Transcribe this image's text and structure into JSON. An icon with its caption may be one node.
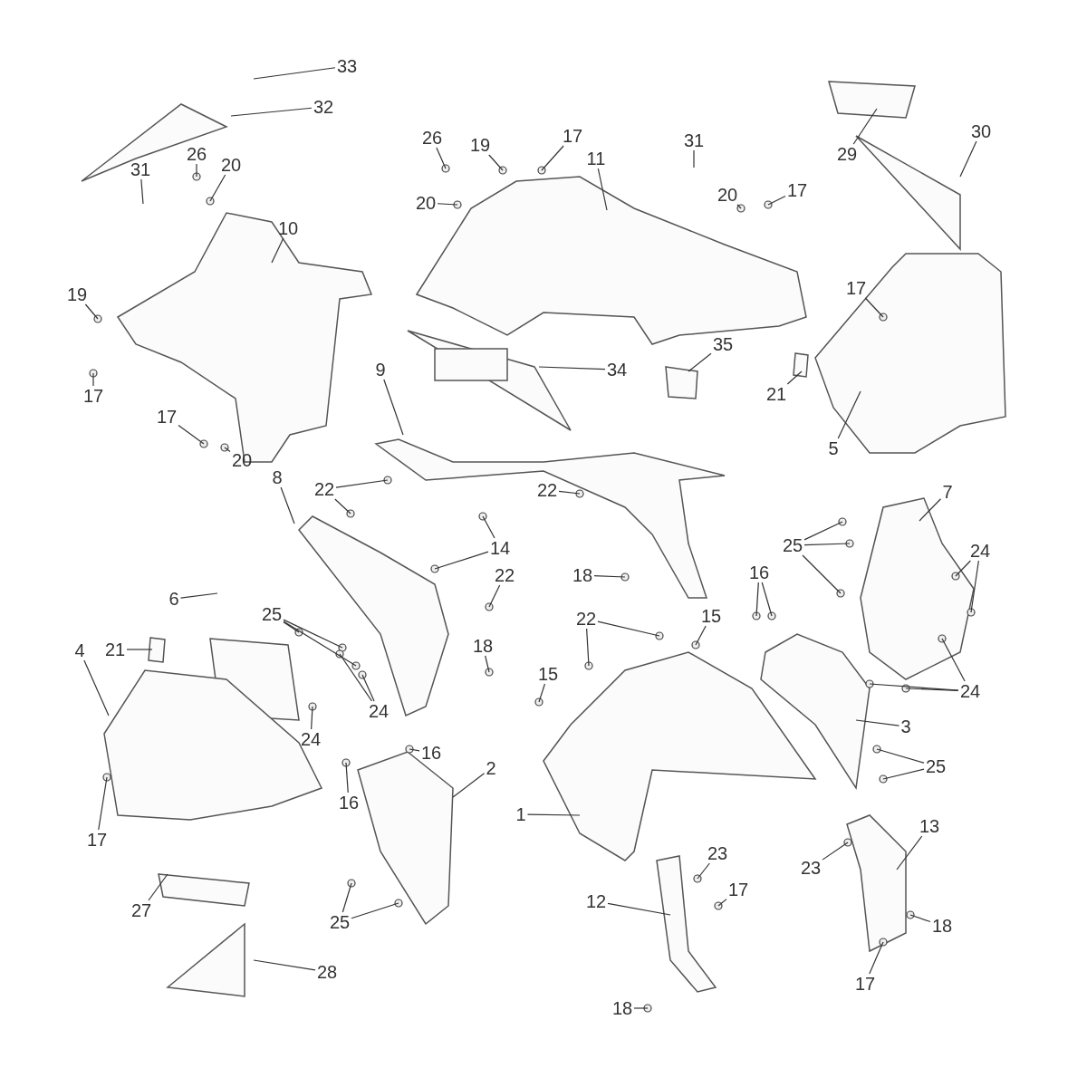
{
  "diagram": {
    "nodes": [
      {
        "text": [
          "33"
        ]
      },
      {
        "text": [
          "32"
        ]
      },
      {
        "text": [
          "26"
        ]
      },
      {
        "text": [
          "20"
        ]
      },
      {
        "text": [
          "31"
        ]
      },
      {
        "text": [
          "10"
        ]
      },
      {
        "text": [
          "19"
        ]
      },
      {
        "text": [
          "17"
        ]
      },
      {
        "text": [
          "17"
        ]
      },
      {
        "text": [
          "20"
        ]
      },
      {
        "text": [
          "26"
        ]
      },
      {
        "text": [
          "19"
        ]
      },
      {
        "text": [
          "17"
        ]
      },
      {
        "text": [
          "11"
        ]
      },
      {
        "text": [
          "20"
        ]
      },
      {
        "text": [
          "31"
        ]
      },
      {
        "text": [
          "20"
        ]
      },
      {
        "text": [
          "17"
        ]
      },
      {
        "text": [
          "29"
        ]
      },
      {
        "text": [
          "30"
        ]
      },
      {
        "text": [
          "17"
        ]
      },
      {
        "text": [
          "21"
        ]
      },
      {
        "text": [
          "5"
        ]
      },
      {
        "text": [
          "34"
        ]
      },
      {
        "text": [
          "35"
        ]
      },
      {
        "text": [
          "9"
        ]
      },
      {
        "text": [
          "22"
        ]
      },
      {
        "text": [
          "8"
        ]
      },
      {
        "text": [
          "14"
        ]
      },
      {
        "text": [
          "22"
        ]
      },
      {
        "text": [
          "6"
        ]
      },
      {
        "text": [
          "25"
        ]
      },
      {
        "text": [
          "22"
        ]
      },
      {
        "text": [
          "18"
        ]
      },
      {
        "text": [
          "21"
        ]
      },
      {
        "text": [
          "18"
        ]
      },
      {
        "text": [
          "4"
        ]
      },
      {
        "text": [
          "24"
        ]
      },
      {
        "text": [
          "24"
        ]
      },
      {
        "text": [
          "16"
        ]
      },
      {
        "text": [
          "16"
        ]
      },
      {
        "text": [
          "2"
        ]
      },
      {
        "text": [
          "17"
        ]
      },
      {
        "text": [
          "22"
        ]
      },
      {
        "text": [
          "15"
        ]
      },
      {
        "text": [
          "15"
        ]
      },
      {
        "text": [
          "1"
        ]
      },
      {
        "text": [
          "25"
        ]
      },
      {
        "text": [
          "7"
        ]
      },
      {
        "text": [
          "24"
        ]
      },
      {
        "text": [
          "16"
        ]
      },
      {
        "text": [
          "24"
        ]
      },
      {
        "text": [
          "3"
        ]
      },
      {
        "text": [
          "25"
        ]
      },
      {
        "text": [
          "13"
        ]
      },
      {
        "text": [
          "23"
        ]
      },
      {
        "text": [
          "12"
        ]
      },
      {
        "text": [
          "17"
        ]
      },
      {
        "text": [
          "23"
        ]
      },
      {
        "text": [
          "18"
        ]
      },
      {
        "text": [
          "17"
        ]
      },
      {
        "text": [
          "18"
        ]
      },
      {
        "text": [
          "25"
        ]
      },
      {
        "text": [
          "27"
        ]
      },
      {
        "text": [
          "28"
        ]
      }
    ],
    "edges": [
      {
        "from": 0,
        "to": null,
        "arrow": "none"
      },
      {
        "from": 1,
        "to": null,
        "arrow": "none"
      },
      {
        "from": 2,
        "to": null,
        "arrow": "none"
      },
      {
        "from": 3,
        "to": null,
        "arrow": "none"
      },
      {
        "from": 4,
        "to": null,
        "arrow": "none"
      },
      {
        "from": 5,
        "to": null,
        "arrow": "none"
      },
      {
        "from": 6,
        "to": null,
        "arrow": "none"
      },
      {
        "from": 7,
        "to": null,
        "arrow": "none"
      },
      {
        "from": 8,
        "to": null,
        "arrow": "none"
      },
      {
        "from": 9,
        "to": null,
        "arrow": "none"
      },
      {
        "from": 10,
        "to": null,
        "arrow": "none"
      },
      {
        "from": 11,
        "to": null,
        "arrow": "none"
      },
      {
        "from": 12,
        "to": null,
        "arrow": "none"
      },
      {
        "from": 13,
        "to": null,
        "arrow": "none"
      },
      {
        "from": 14,
        "to": null,
        "arrow": "none"
      },
      {
        "from": 15,
        "to": null,
        "arrow": "none"
      },
      {
        "from": 16,
        "to": null,
        "arrow": "none"
      },
      {
        "from": 17,
        "to": null,
        "arrow": "none"
      },
      {
        "from": 18,
        "to": null,
        "arrow": "none"
      },
      {
        "from": 19,
        "to": null,
        "arrow": "none"
      },
      {
        "from": 20,
        "to": null,
        "arrow": "none"
      },
      {
        "from": 21,
        "to": null,
        "arrow": "none"
      },
      {
        "from": 22,
        "to": null,
        "arrow": "none"
      },
      {
        "from": 23,
        "to": null,
        "arrow": "none"
      },
      {
        "from": 24,
        "to": null,
        "arrow": "none"
      },
      {
        "from": 25,
        "to": null,
        "arrow": "none"
      },
      {
        "from": 26,
        "to": null,
        "arrow": "none"
      },
      {
        "from": 26,
        "to": null,
        "arrow": "none"
      },
      {
        "from": 27,
        "to": null,
        "arrow": "none"
      },
      {
        "from": 28,
        "to": null,
        "arrow": "none"
      },
      {
        "from": 28,
        "to": null,
        "arrow": "none"
      },
      {
        "from": 29,
        "to": null,
        "arrow": "none"
      },
      {
        "from": 30,
        "to": null,
        "arrow": "none"
      },
      {
        "from": 31,
        "to": null,
        "arrow": "none"
      },
      {
        "from": 31,
        "to": null,
        "arrow": "none"
      },
      {
        "from": 31,
        "to": null,
        "arrow": "none"
      },
      {
        "from": 32,
        "to": null,
        "arrow": "none"
      },
      {
        "from": 33,
        "to": null,
        "arrow": "none"
      },
      {
        "from": 34,
        "to": null,
        "arrow": "none"
      },
      {
        "from": 35,
        "to": null,
        "arrow": "none"
      },
      {
        "from": 36,
        "to": null,
        "arrow": "none"
      },
      {
        "from": 37,
        "to": null,
        "arrow": "none"
      },
      {
        "from": 37,
        "to": null,
        "arrow": "none"
      },
      {
        "from": 38,
        "to": null,
        "arrow": "none"
      },
      {
        "from": 39,
        "to": null,
        "arrow": "none"
      },
      {
        "from": 40,
        "to": null,
        "arrow": "none"
      },
      {
        "from": 41,
        "to": null,
        "arrow": "none"
      },
      {
        "from": 42,
        "to": null,
        "arrow": "none"
      },
      {
        "from": 43,
        "to": null,
        "arrow": "none"
      },
      {
        "from": 43,
        "to": null,
        "arrow": "none"
      },
      {
        "from": 44,
        "to": null,
        "arrow": "none"
      },
      {
        "from": 45,
        "to": null,
        "arrow": "none"
      },
      {
        "from": 46,
        "to": null,
        "arrow": "none"
      },
      {
        "from": 47,
        "to": null,
        "arrow": "none"
      },
      {
        "from": 47,
        "to": null,
        "arrow": "none"
      },
      {
        "from": 47,
        "to": null,
        "arrow": "none"
      },
      {
        "from": 48,
        "to": null,
        "arrow": "none"
      },
      {
        "from": 49,
        "to": null,
        "arrow": "none"
      },
      {
        "from": 49,
        "to": null,
        "arrow": "none"
      },
      {
        "from": 50,
        "to": null,
        "arrow": "none"
      },
      {
        "from": 50,
        "to": null,
        "arrow": "none"
      },
      {
        "from": 51,
        "to": null,
        "arrow": "none"
      },
      {
        "from": 51,
        "to": null,
        "arrow": "none"
      },
      {
        "from": 51,
        "to": null,
        "arrow": "none"
      },
      {
        "from": 52,
        "to": null,
        "arrow": "none"
      },
      {
        "from": 53,
        "to": null,
        "arrow": "none"
      },
      {
        "from": 53,
        "to": null,
        "arrow": "none"
      },
      {
        "from": 54,
        "to": null,
        "arrow": "none"
      },
      {
        "from": 55,
        "to": null,
        "arrow": "none"
      },
      {
        "from": 56,
        "to": null,
        "arrow": "none"
      },
      {
        "from": 57,
        "to": null,
        "arrow": "none"
      },
      {
        "from": 58,
        "to": null,
        "arrow": "none"
      },
      {
        "from": 59,
        "to": null,
        "arrow": "none"
      },
      {
        "from": 60,
        "to": null,
        "arrow": "none"
      },
      {
        "from": 61,
        "to": null,
        "arrow": "none"
      },
      {
        "from": 62,
        "to": null,
        "arrow": "none"
      },
      {
        "from": 62,
        "to": null,
        "arrow": "none"
      },
      {
        "from": 63,
        "to": null,
        "arrow": "none"
      },
      {
        "from": 64,
        "to": null,
        "arrow": "none"
      }
    ]
  }
}
